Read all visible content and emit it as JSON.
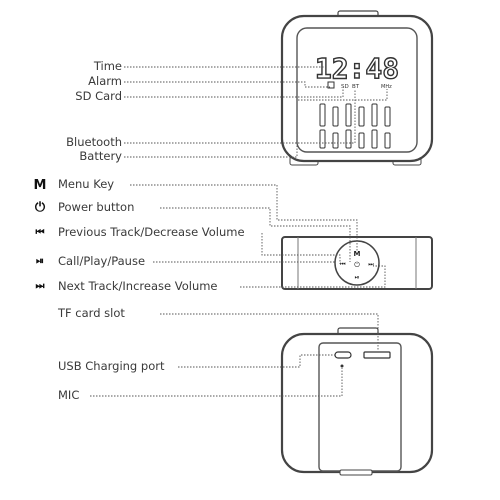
{
  "display_labels": {
    "time": "Time",
    "alarm": "Alarm",
    "sd_card": "SD Card",
    "bluetooth": "Bluetooth",
    "battery": "Battery"
  },
  "clock": {
    "time_digits": "12:48",
    "indicators": [
      "SD",
      "BT"
    ],
    "fm_label": "MHz"
  },
  "controls": [
    {
      "icon": "M",
      "icon_name": "menu-icon",
      "label": "Menu Key"
    },
    {
      "icon": "⏻",
      "icon_name": "power-icon",
      "label": "Power button"
    },
    {
      "icon": "⏮",
      "icon_name": "previous-track-icon",
      "label": "Previous Track/Decrease Volume"
    },
    {
      "icon": "⏯",
      "icon_name": "play-pause-icon",
      "label": "Call/Play/Pause"
    },
    {
      "icon": "⏭",
      "icon_name": "next-track-icon",
      "label": "Next Track/Increase Volume"
    }
  ],
  "rear_labels": {
    "tf_slot": "TF card slot",
    "usb_port": "USB Charging port",
    "mic": "MIC"
  }
}
